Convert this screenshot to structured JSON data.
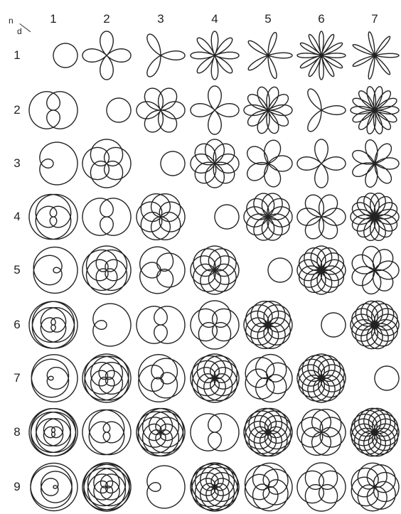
{
  "header": {
    "n_symbol": "n",
    "d_symbol": "d"
  },
  "columns": [
    {
      "n": 1,
      "label": "1"
    },
    {
      "n": 2,
      "label": "2"
    },
    {
      "n": 3,
      "label": "3"
    },
    {
      "n": 4,
      "label": "4"
    },
    {
      "n": 5,
      "label": "5"
    },
    {
      "n": 6,
      "label": "6"
    },
    {
      "n": 7,
      "label": "7"
    }
  ],
  "rows": [
    {
      "d": 1,
      "label": "1"
    },
    {
      "d": 2,
      "label": "2"
    },
    {
      "d": 3,
      "label": "3"
    },
    {
      "d": 4,
      "label": "4"
    },
    {
      "d": 5,
      "label": "5"
    },
    {
      "d": 6,
      "label": "6"
    },
    {
      "d": 7,
      "label": "7"
    },
    {
      "d": 8,
      "label": "8"
    },
    {
      "d": 9,
      "label": "9"
    }
  ],
  "curve": {
    "family": "rose",
    "formula": "r = cos(k*theta), k = n/d",
    "stroke_color": "#222222"
  }
}
